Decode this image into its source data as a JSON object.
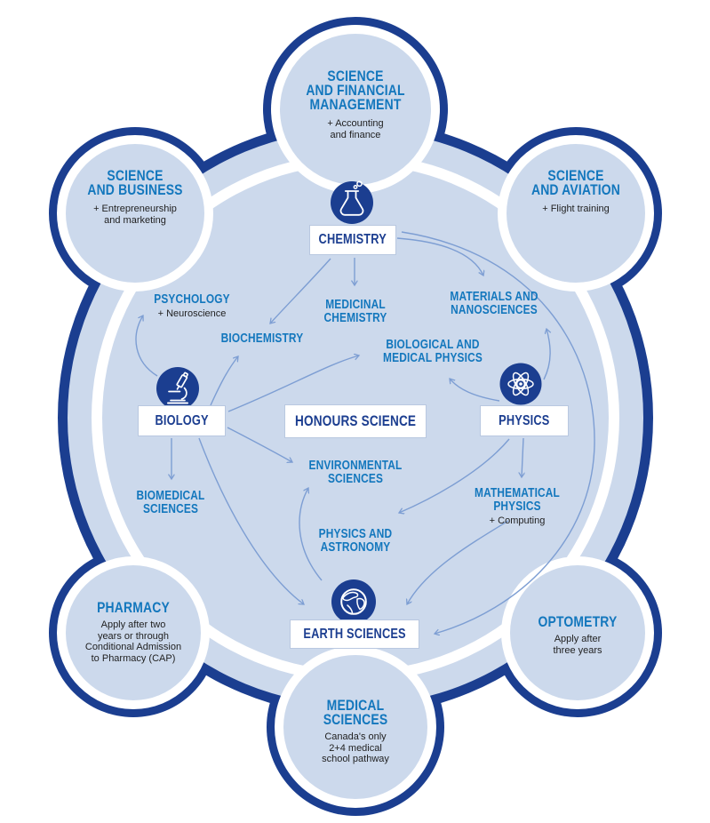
{
  "colors": {
    "navy": "#1b3e90",
    "bright_blue": "#1377bd",
    "light_blue": "#ccd9ec",
    "arrow_blue": "#7d9ed3",
    "white": "#ffffff",
    "dark_text": "#1f1f1f"
  },
  "center_box": {
    "label": "HONOURS SCIENCE"
  },
  "core_nodes": [
    {
      "id": "chemistry",
      "label": "CHEMISTRY",
      "icon": "flask-icon"
    },
    {
      "id": "biology",
      "label": "BIOLOGY",
      "icon": "microscope-icon"
    },
    {
      "id": "physics",
      "label": "PHYSICS",
      "icon": "atom-icon"
    },
    {
      "id": "earth-sciences",
      "label": "EARTH SCIENCES",
      "icon": "globe-icon"
    }
  ],
  "programs": [
    {
      "id": "psychology",
      "lines": [
        "PSYCHOLOGY"
      ],
      "note": "+ Neuroscience"
    },
    {
      "id": "biochemistry",
      "lines": [
        "BIOCHEMISTRY"
      ],
      "note": ""
    },
    {
      "id": "medicinal-chemistry",
      "lines": [
        "MEDICINAL",
        "CHEMISTRY"
      ],
      "note": ""
    },
    {
      "id": "materials-nanosciences",
      "lines": [
        "MATERIALS AND",
        "NANOSCIENCES"
      ],
      "note": ""
    },
    {
      "id": "biological-medical-physics",
      "lines": [
        "BIOLOGICAL AND",
        "MEDICAL PHYSICS"
      ],
      "note": ""
    },
    {
      "id": "biomedical-sciences",
      "lines": [
        "BIOMEDICAL",
        "SCIENCES"
      ],
      "note": ""
    },
    {
      "id": "environmental-sciences",
      "lines": [
        "ENVIRONMENTAL",
        "SCIENCES"
      ],
      "note": ""
    },
    {
      "id": "physics-astronomy",
      "lines": [
        "PHYSICS AND",
        "ASTRONOMY"
      ],
      "note": ""
    },
    {
      "id": "mathematical-physics",
      "lines": [
        "MATHEMATICAL",
        "PHYSICS"
      ],
      "note": "+ Computing"
    }
  ],
  "satellites": [
    {
      "id": "science-financial-management",
      "title_lines": [
        "SCIENCE",
        "AND FINANCIAL",
        "MANAGEMENT"
      ],
      "note_lines": [
        "+ Accounting",
        "and finance"
      ]
    },
    {
      "id": "science-business",
      "title_lines": [
        "SCIENCE",
        "AND BUSINESS"
      ],
      "note_lines": [
        "+ Entrepreneurship",
        "and marketing"
      ]
    },
    {
      "id": "science-aviation",
      "title_lines": [
        "SCIENCE",
        "AND AVIATION"
      ],
      "note_lines": [
        "+ Flight training"
      ]
    },
    {
      "id": "pharmacy",
      "title_lines": [
        "PHARMACY"
      ],
      "note_lines": [
        "Apply after two",
        "years or through",
        "Conditional Admission",
        "to Pharmacy (CAP)"
      ]
    },
    {
      "id": "optometry",
      "title_lines": [
        "OPTOMETRY"
      ],
      "note_lines": [
        "Apply after",
        "three years"
      ]
    },
    {
      "id": "medical-sciences",
      "title_lines": [
        "MEDICAL",
        "SCIENCES"
      ],
      "note_lines": [
        "Canada's only",
        "2+4 medical",
        "school pathway"
      ]
    }
  ]
}
